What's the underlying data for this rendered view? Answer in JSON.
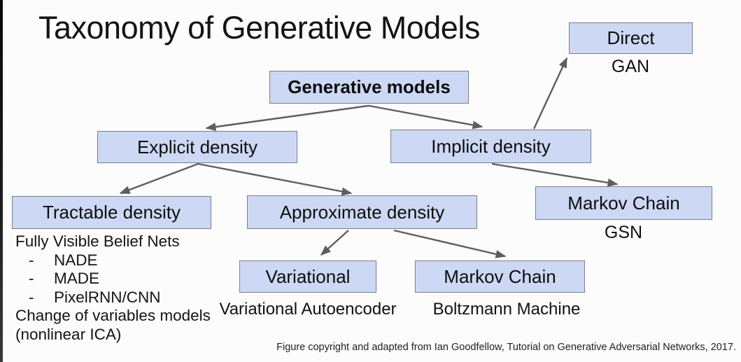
{
  "slide": {
    "title": "Taxonomy of Generative Models",
    "attribution": "Figure copyright and adapted from Ian Goodfellow, Tutorial on Generative Adversarial Networks, 2017."
  },
  "colors": {
    "box_fill": "#ccd8f4",
    "box_border": "#7d7d89",
    "arrow": "#5e5e5e",
    "background": "#fcfcfc",
    "text": "#0d0d0d"
  },
  "nodes": {
    "generative": {
      "label": "Generative models"
    },
    "direct": {
      "label": "Direct",
      "sublabel": "GAN"
    },
    "explicit": {
      "label": "Explicit density"
    },
    "implicit": {
      "label": "Implicit density"
    },
    "tractable": {
      "label": "Tractable density"
    },
    "approximate": {
      "label": "Approximate density"
    },
    "markov_gsn": {
      "label": "Markov Chain",
      "sublabel": "GSN"
    },
    "variational": {
      "label": "Variational",
      "sublabel": "Variational Autoencoder"
    },
    "markov_boltzmann": {
      "label": "Markov Chain",
      "sublabel": "Boltzmann Machine"
    }
  },
  "notes": {
    "bullet_char": "-",
    "lines": [
      {
        "text": "Fully Visible Belief Nets"
      },
      {
        "text": "NADE"
      },
      {
        "text": "MADE"
      },
      {
        "text": "PixelRNN/CNN"
      },
      {
        "text": "Change of variables models"
      },
      {
        "text": "(nonlinear ICA)"
      }
    ]
  }
}
